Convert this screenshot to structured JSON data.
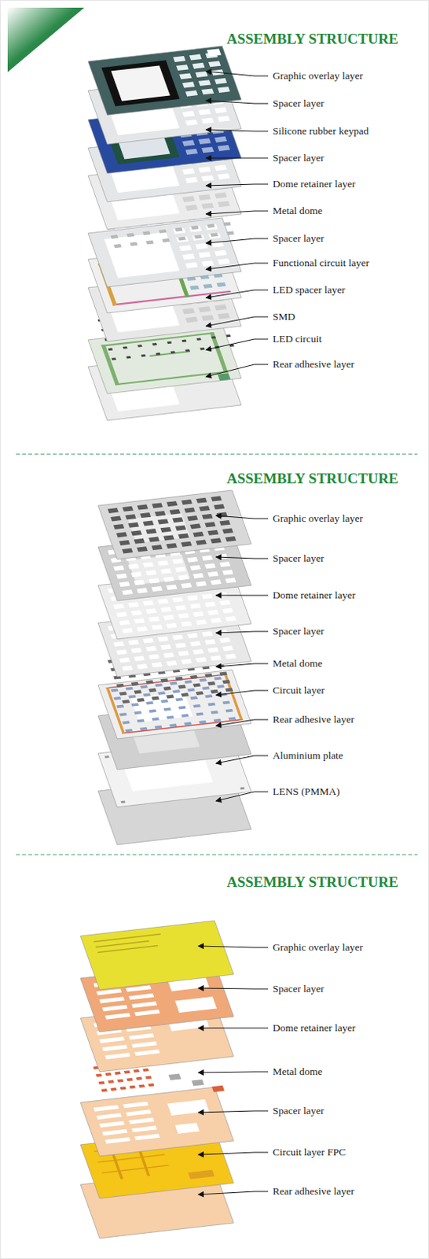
{
  "diagram": {
    "labels": [
      "ASSEMBLY STRUCTURE",
      "Graphic overlay layer",
      "Spacer layer",
      "Silicone rubber keypad",
      "Spacer layer",
      "Dome retainer layer",
      "Metal dome",
      "Spacer layer",
      "Functional circuit layer",
      "LED spacer layer",
      "SMD",
      "LED circuit",
      "Rear adhesive layer",
      "ASSEMBLY STRUCTURE",
      "Graphic overlay layer",
      "Spacer layer",
      "Dome retainer layer",
      "Spacer layer",
      "Metal dome",
      "Circuit layer",
      "Rear adhesive layer",
      "Aluminium plate",
      "LENS (PMMA)",
      "ASSEMBLY STRUCTURE",
      "Graphic overlay layer",
      "Spacer layer",
      "Dome retainer layer",
      "Metal dome",
      "Spacer layer",
      "Circuit layer FPC",
      "Rear adhesive layer"
    ]
  }
}
